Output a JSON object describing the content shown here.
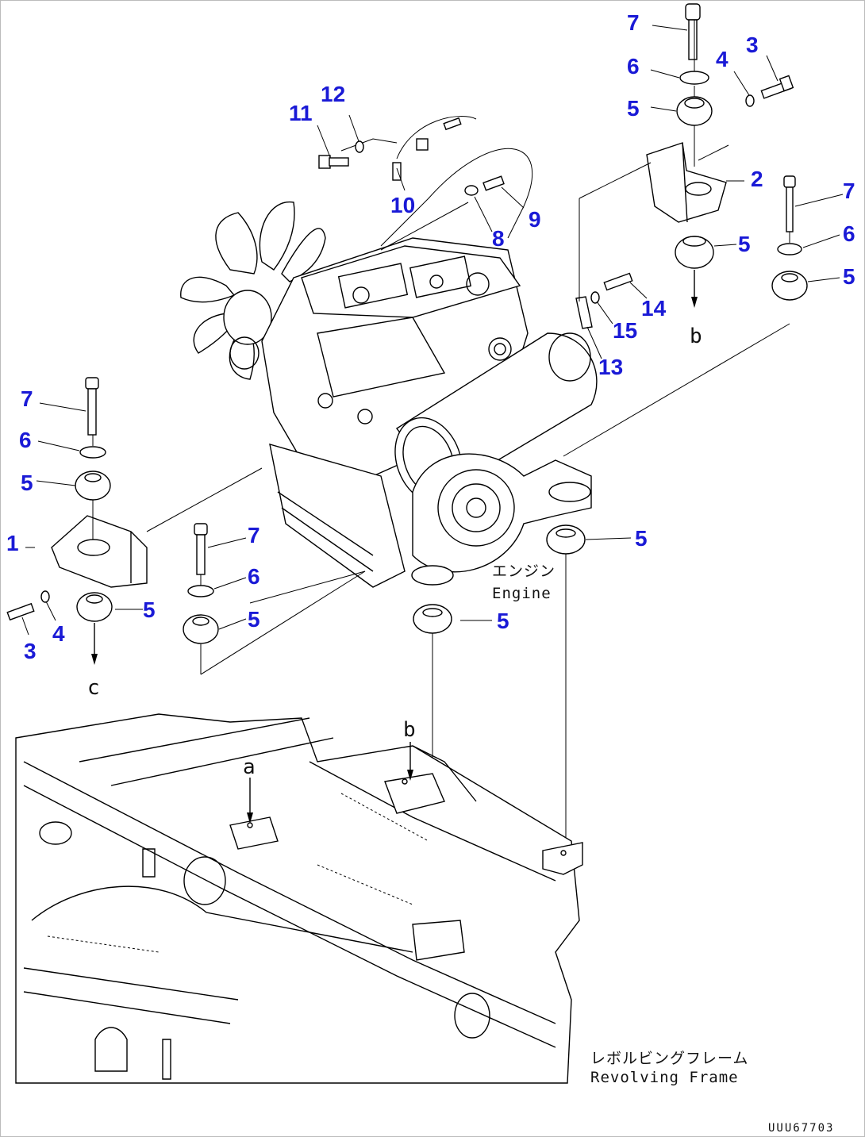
{
  "callouts": {
    "c7_top": "7",
    "c6_top": "6",
    "c4_top": "4",
    "c3_top": "3",
    "c5_top": "5",
    "c2": "2",
    "c7_right": "7",
    "c6_right": "6",
    "c5_right_a": "5",
    "c5_right_b": "5",
    "c11": "11",
    "c12": "12",
    "c10": "10",
    "c9": "9",
    "c8": "8",
    "c14": "14",
    "c15": "15",
    "c13": "13",
    "c7_left": "7",
    "c6_left": "6",
    "c5_left_a": "5",
    "c1": "1",
    "c5_left_b": "5",
    "c4_left": "4",
    "c3_left": "3",
    "c7_mid": "7",
    "c6_mid": "6",
    "c5_mid": "5",
    "c5_lower_mid": "5",
    "c5_lower_right": "5"
  },
  "references": {
    "ref_b_top": "b",
    "ref_c": "c",
    "ref_b_frame": "b",
    "ref_a_frame": "a"
  },
  "notes": {
    "engine_jp": "エンジン",
    "engine_en": "Engine",
    "frame_jp": "レボルビングフレーム",
    "frame_en": "Revolving Frame"
  },
  "drawing_code": "UUU67703",
  "colors": {
    "callout": "#1a1ad6",
    "line": "#000000",
    "background": "#ffffff"
  }
}
